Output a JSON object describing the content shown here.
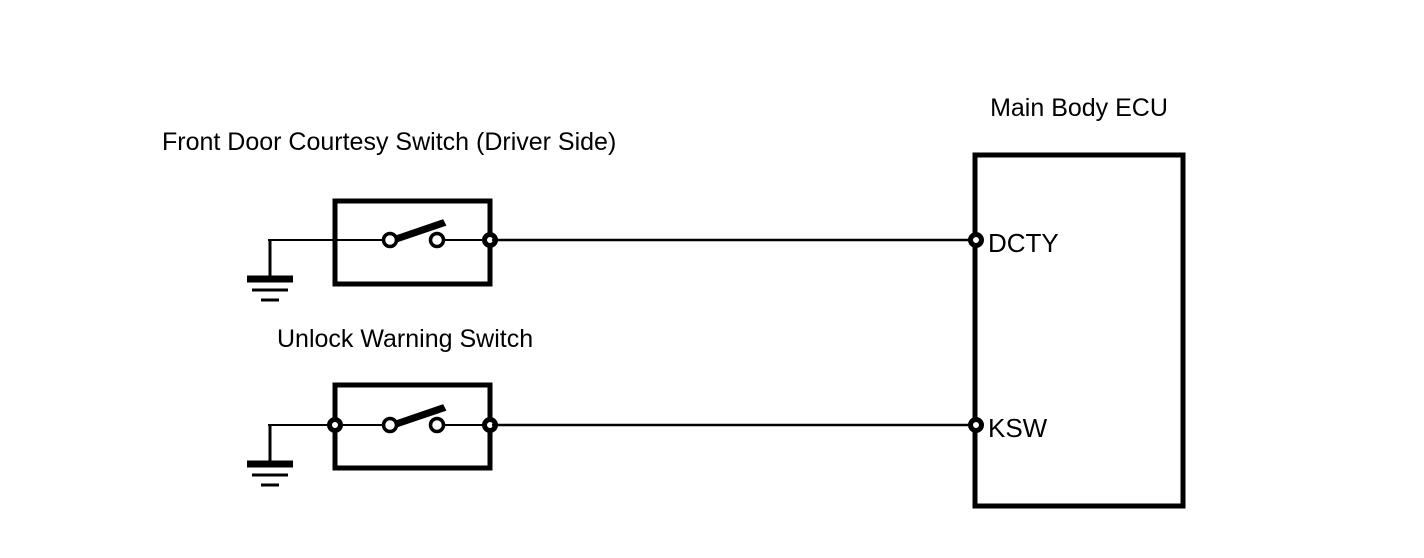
{
  "diagram": {
    "title": "Main Body ECU",
    "background_color": "#ffffff",
    "line_color": "#000000",
    "components": {
      "front_door_courtesy_switch": {
        "label": "Front Door Courtesy Switch (Driver Side)",
        "type": "switch",
        "state": "open",
        "ground_symbol": "chassis-ground",
        "left_terminal": "none",
        "right_terminal": "pin",
        "connects_to_pin": "DCTY"
      },
      "unlock_warning_switch": {
        "label": "Unlock Warning Switch",
        "type": "switch",
        "state": "open",
        "ground_symbol": "chassis-ground",
        "left_terminal": "pin",
        "right_terminal": "pin",
        "connects_to_pin": "KSW"
      },
      "main_body_ecu": {
        "label": "Main Body ECU",
        "pins": [
          {
            "name": "DCTY"
          },
          {
            "name": "KSW"
          }
        ]
      }
    }
  }
}
